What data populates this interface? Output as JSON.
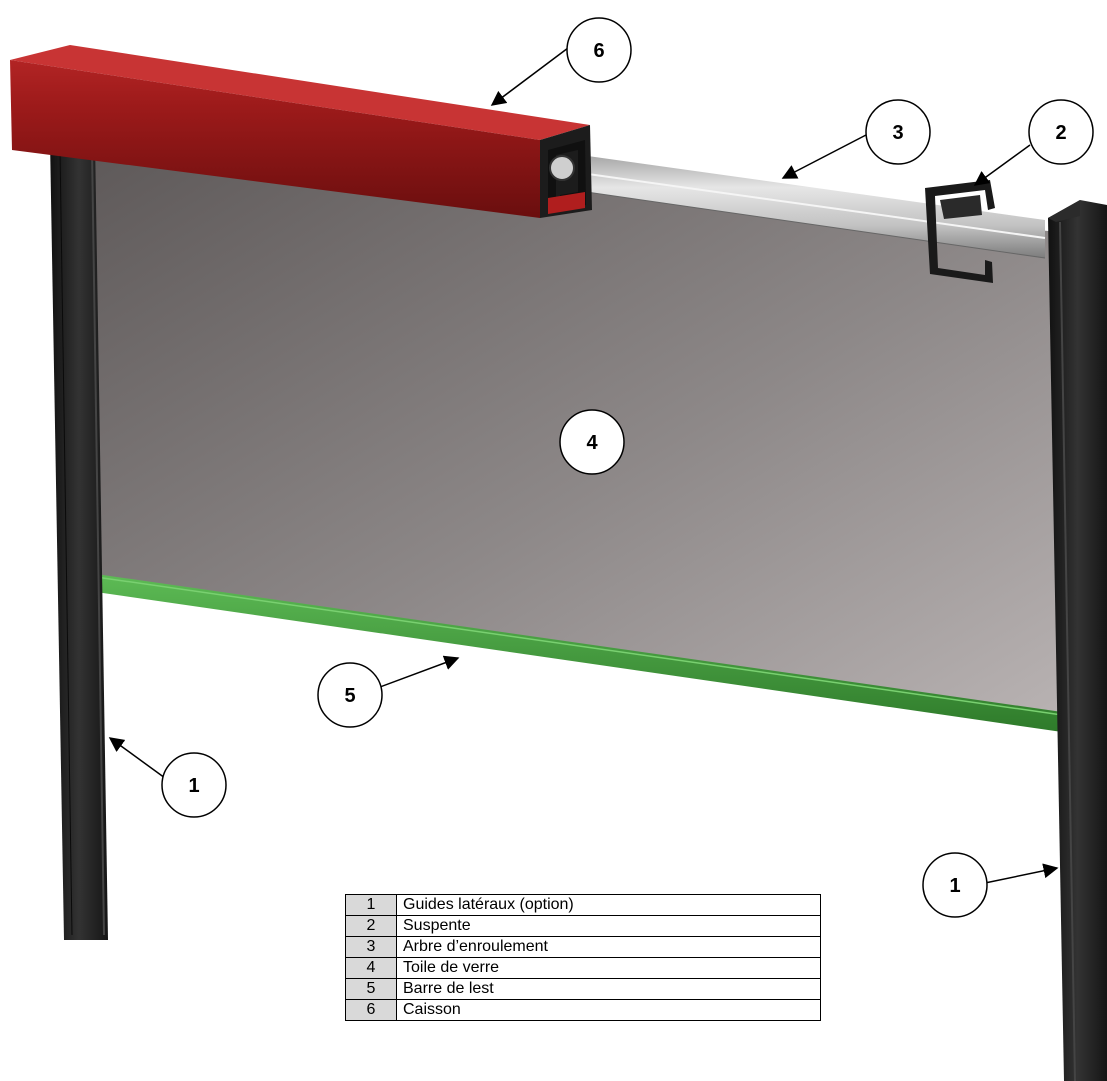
{
  "callouts": {
    "c1_left": "1",
    "c1_right": "1",
    "c2": "2",
    "c3": "3",
    "c4": "4",
    "c5": "5",
    "c6": "6"
  },
  "legend": {
    "rows": [
      {
        "num": "1",
        "label": "Guides latéraux (option)"
      },
      {
        "num": "2",
        "label": "Suspente"
      },
      {
        "num": "3",
        "label": "Arbre d’enroulement"
      },
      {
        "num": "4",
        "label": "Toile de verre"
      },
      {
        "num": "5",
        "label": "Barre de lest"
      },
      {
        "num": "6",
        "label": "Caisson"
      }
    ]
  },
  "colors": {
    "caisson": "#8e1515",
    "guides": "#1f1f1f",
    "toile": "#8f8a8a",
    "barre_de_lest": "#3f9a3a",
    "arbre": "#b8b8b8",
    "legend_number_cell": "#d9d9d9"
  }
}
